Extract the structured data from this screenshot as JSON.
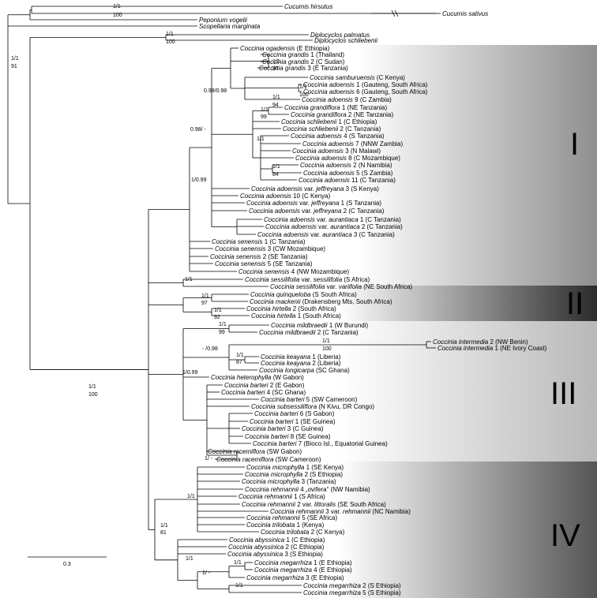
{
  "scale_bar": {
    "label": "0.3"
  },
  "clades": [
    "I",
    "II",
    "III",
    "IV"
  ],
  "supports": [
    "1/1",
    "100",
    "1/1",
    "100",
    "1/1",
    "91",
    "0.99/0.98",
    "1/1",
    "97",
    "1/1",
    "100",
    "1/1",
    "94",
    "1/1",
    "99",
    "1/1",
    "1/1",
    "84",
    "0.98/ -",
    "1/0.99",
    "1/1",
    "1/1",
    "97",
    "1/1",
    "92",
    "1/1",
    "99",
    "1/1",
    "100",
    "- /0.98",
    "1/1",
    "87",
    "1/0.99",
    "1/ -",
    "1/1",
    "100",
    "1/1",
    "1/1",
    "81",
    "1/1",
    "1/1",
    "1/ -",
    "1/1"
  ],
  "leaves": [
    {
      "sp": "Cucumis hirsutus",
      "loc": ""
    },
    {
      "sp": "Cucumis sativus",
      "loc": ""
    },
    {
      "sp": "Peponium vogelii",
      "loc": ""
    },
    {
      "sp": "Scopellaria marginata",
      "loc": ""
    },
    {
      "sp": "Diplocyclos palmatus",
      "loc": ""
    },
    {
      "sp": "Diplocyclos schliebenii",
      "loc": ""
    },
    {
      "sp": "Coccinia ogadensis",
      "loc": " (E Ethiopia)"
    },
    {
      "sp": "Coccinia grandis",
      "loc": " 1 (Thailand)"
    },
    {
      "sp": "Coccinia grandis",
      "loc": " 2 (C Sudan)"
    },
    {
      "sp": "Coccinia grandis",
      "loc": " 3 (E Tanzania)"
    },
    {
      "sp": "Coccinia samburuensis",
      "loc": " (C Kenya)"
    },
    {
      "sp": "Coccinia adoensis",
      "loc": " 1 (Gauteng, South Africa)"
    },
    {
      "sp": "Coccinia adoensis",
      "loc": " 6 (Gauteng, South Africa)"
    },
    {
      "sp": "Coccinia adoensis",
      "loc": " 9 (C Zambia)"
    },
    {
      "sp": "Coccinia grandiflora",
      "loc": " 1 (NE Tanzania)"
    },
    {
      "sp": "Coccinia grandiflora",
      "loc": " 2 (NE Tanzania)"
    },
    {
      "sp": "Coccinia schliebenii",
      "loc": " 1 (C Ethiopia)"
    },
    {
      "sp": "Coccinia schliebenii",
      "loc": " 2 (C Tanzania)"
    },
    {
      "sp": "Coccinia adoensis",
      "loc": " 4 (S Tanzania)"
    },
    {
      "sp": "Coccinia adoensis",
      "loc": " 7 (NNW Zambia)"
    },
    {
      "sp": "Coccinia adoensis",
      "loc": " 3 (N Malawi)"
    },
    {
      "sp": "Coccinia adoensis",
      "loc": " 8 (C Mozambique)"
    },
    {
      "sp": "Coccinia adoensis",
      "loc": " 2 (N Namibia)"
    },
    {
      "sp": "Coccinia adoensis",
      "loc": " 5 (S Zambia)"
    },
    {
      "sp": "Coccinia adoensis",
      "loc": " 11 (C Tanzania)"
    },
    {
      "sp": "Coccinia adoensis",
      "loc": " var. ",
      "sp2": "jeffreyana",
      "loc2": " 3 (S Kenya)"
    },
    {
      "sp": "Coccinia adoensis",
      "loc": " 10 (C Kenya)"
    },
    {
      "sp": "Coccinia adoensis",
      "loc": " var. ",
      "sp2": "jeffreyana",
      "loc2": " 1 (S Tanzania)"
    },
    {
      "sp": "Coccinia adoensis",
      "loc": " var. ",
      "sp2": "jeffreyana",
      "loc2": " 2 (C Tanzania)"
    },
    {
      "sp": "Coccinia adoensis",
      "loc": " var. ",
      "sp2": "aurantiaca",
      "loc2": " 1 (C Tanzania)"
    },
    {
      "sp": "Coccinia adoensis",
      "loc": " var. ",
      "sp2": "aurantiaca",
      "loc2": " 2 (C Tanzania)"
    },
    {
      "sp": "Coccinia adoensis",
      "loc": " var. ",
      "sp2": "aurantiaca",
      "loc2": " 3 (C Tanzania)"
    },
    {
      "sp": "Coccinia senensis",
      "loc": " 1 (C Tanzania)"
    },
    {
      "sp": "Coccinia senensis",
      "loc": " 3 (CW Mozambique)"
    },
    {
      "sp": "Coccinia senensis",
      "loc": " 2 (SE Tanzania)"
    },
    {
      "sp": "Coccinia senensis",
      "loc": " 5 (SE Tanzania)"
    },
    {
      "sp": "Coccinia senensis",
      "loc": " 4 (NW Mozambique)"
    },
    {
      "sp": "Coccinia sessilifolia",
      "loc": " var. ",
      "sp2": "sessilifolia",
      "loc2": " (S Africa)"
    },
    {
      "sp": "Coccinia sessilifolia",
      "loc": " var. ",
      "sp2": "variifolia",
      "loc2": " (NE South Africa)"
    },
    {
      "sp": "Coccinia quinqueloba",
      "loc": " (S South Africa)"
    },
    {
      "sp": "Coccinia mackenii",
      "loc": " (Drakensberg Mts, South Africa)"
    },
    {
      "sp": "Coccinia hirtella",
      "loc": " 2 (South Africa)"
    },
    {
      "sp": "Coccinia hirtella",
      "loc": " 1 (South Africa)"
    },
    {
      "sp": "Coccinia mildbraedii",
      "loc": " 1 (W Burundi)"
    },
    {
      "sp": "Coccinia mildbraedii",
      "loc": " 2 (C Tanzania)"
    },
    {
      "sp": "Coccinia intermedia",
      "loc": " 2 (NW Benin)"
    },
    {
      "sp": "Coccinia intermedia",
      "loc": " 1 (NE Ivory Coast)"
    },
    {
      "sp": "Coccinia keayana",
      "loc": " 1 (Liberia)"
    },
    {
      "sp": "Coccinia keayana",
      "loc": " 2 (Liberia)"
    },
    {
      "sp": "Coccinia longicarpa",
      "loc": " (SC Ghana)"
    },
    {
      "sp": "Coccinia heterophylla",
      "loc": " (W Gabon)"
    },
    {
      "sp": "Coccinia barteri",
      "loc": " 2 (E Gabon)"
    },
    {
      "sp": "Coccinia barteri",
      "loc": " 4 (SC Ghana)"
    },
    {
      "sp": "Coccinia barteri",
      "loc": " 5 (SW Cameroon)"
    },
    {
      "sp": "Coccinia subsessiliflora",
      "loc": " (N Kivu, DR Congo)"
    },
    {
      "sp": "Coccinia barteri",
      "loc": " 6 (S Gabon)"
    },
    {
      "sp": "Coccinia barteri",
      "loc": " 1 (SE Guinea)"
    },
    {
      "sp": "Coccinia barteri",
      "loc": " 3 (C Guinea)"
    },
    {
      "sp": "Coccinia barteri",
      "loc": " 8 (SE Guinea)"
    },
    {
      "sp": "Coccinia barteri",
      "loc": " 7 (Bioco Isl., Equatorial Guinea)"
    },
    {
      "sp": "Coccinia racemiflora",
      "loc": " (SW Gabon)"
    },
    {
      "sp": "Coccinia racemiflora",
      "loc": " (SW Cameroon)"
    },
    {
      "sp": "Coccinia microphylla",
      "loc": " 1 (SE Kenya)"
    },
    {
      "sp": "Coccinia microphylla",
      "loc": " 2 (S Ethiopia)"
    },
    {
      "sp": "Coccinia microphylla",
      "loc": " 3 (Tanzania)"
    },
    {
      "sp": "Coccinia rehmannii",
      "loc": " 4 „ovifera“ (NW Namibia)"
    },
    {
      "sp": "Coccinia rehmannii",
      "loc": " 1 (S Africa)"
    },
    {
      "sp": "Coccinia rehmannii",
      "loc": " 2 var. ",
      "sp2": "littoralis",
      "loc2": " (SE South Africa)"
    },
    {
      "sp": "Coccinia rehmannii",
      "loc": " 3 var. ",
      "sp2": "rehmannii",
      "loc2": " (NC Namibia)"
    },
    {
      "sp": "Coccinia rehmannii",
      "loc": " 5 (SE Africa)"
    },
    {
      "sp": "Coccinia trilobata",
      "loc": " 1 (Kenya)"
    },
    {
      "sp": "Coccinia trilobata",
      "loc": " 2 (C Kenya)"
    },
    {
      "sp": "Coccinia abyssinica",
      "loc": " 1 (C Ethiopia)"
    },
    {
      "sp": "Coccinia abyssinica",
      "loc": " 2 (C Ethiopia)"
    },
    {
      "sp": "Coccinia abyssinica",
      "loc": " 3 (S Ethiopia)"
    },
    {
      "sp": "Coccinia megarrhiza",
      "loc": " 1 (E Ethiopia)"
    },
    {
      "sp": "Coccinia megarrhiza",
      "loc": " 4 (E Ethiopia)"
    },
    {
      "sp": "Coccinia megarrhiza",
      "loc": " 3 (E Ethiopia)"
    },
    {
      "sp": "Coccinia megarrhiza",
      "loc": " 2 (S Ethiopia)"
    },
    {
      "sp": "Coccinia megarrhiza",
      "loc": " 5 (S Ethiopia)"
    }
  ]
}
